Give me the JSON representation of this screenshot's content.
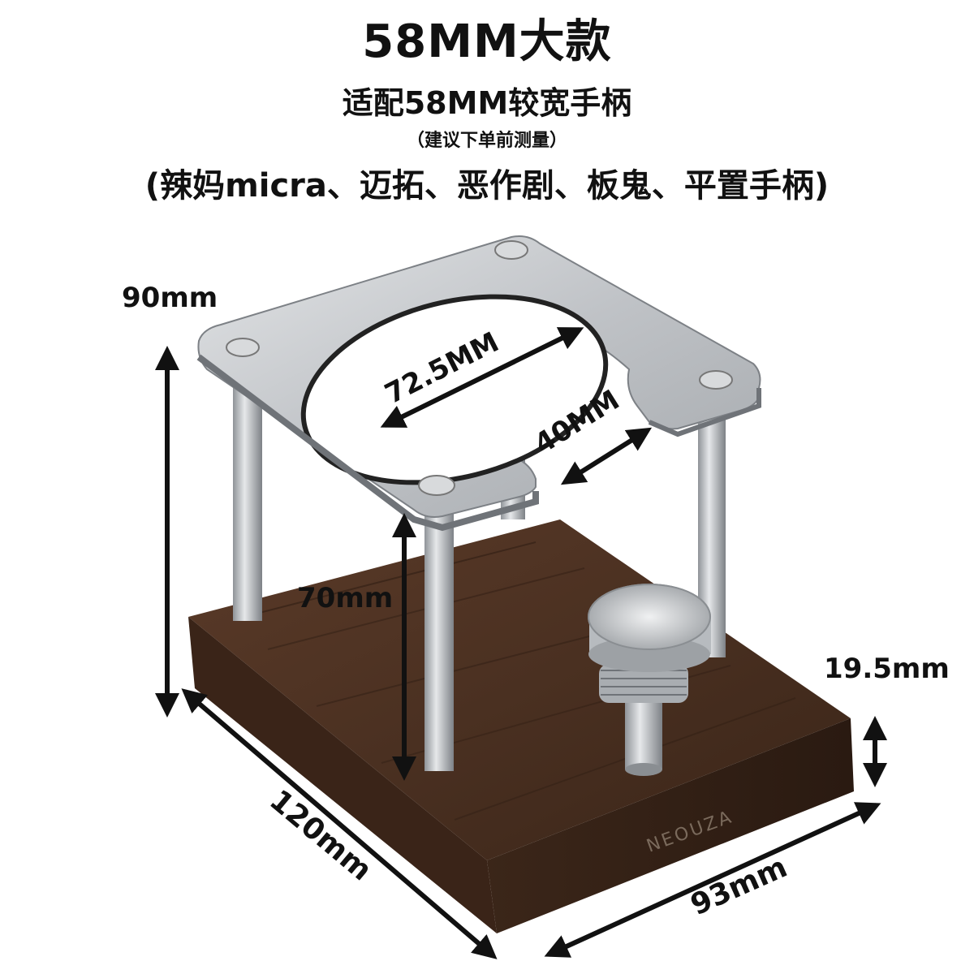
{
  "header": {
    "title": "58MM大款",
    "subtitle": "适配58MM较宽手柄",
    "note": "（建议下单前测量）",
    "compat": "(辣妈micra、迈拓、恶作剧、板鬼、平置手柄)"
  },
  "dimensions": {
    "total_height": "90mm",
    "ring_diameter": "72.5MM",
    "opening_width": "40MM",
    "post_height": "70mm",
    "base_thickness": "19.5mm",
    "length": "120mm",
    "width": "93mm"
  },
  "brand": "NEOUZA",
  "colors": {
    "wood": "#4a3021",
    "wood_dark": "#2e1d14",
    "steel": "#c9ccd0",
    "steel_dark": "#8f9398"
  }
}
